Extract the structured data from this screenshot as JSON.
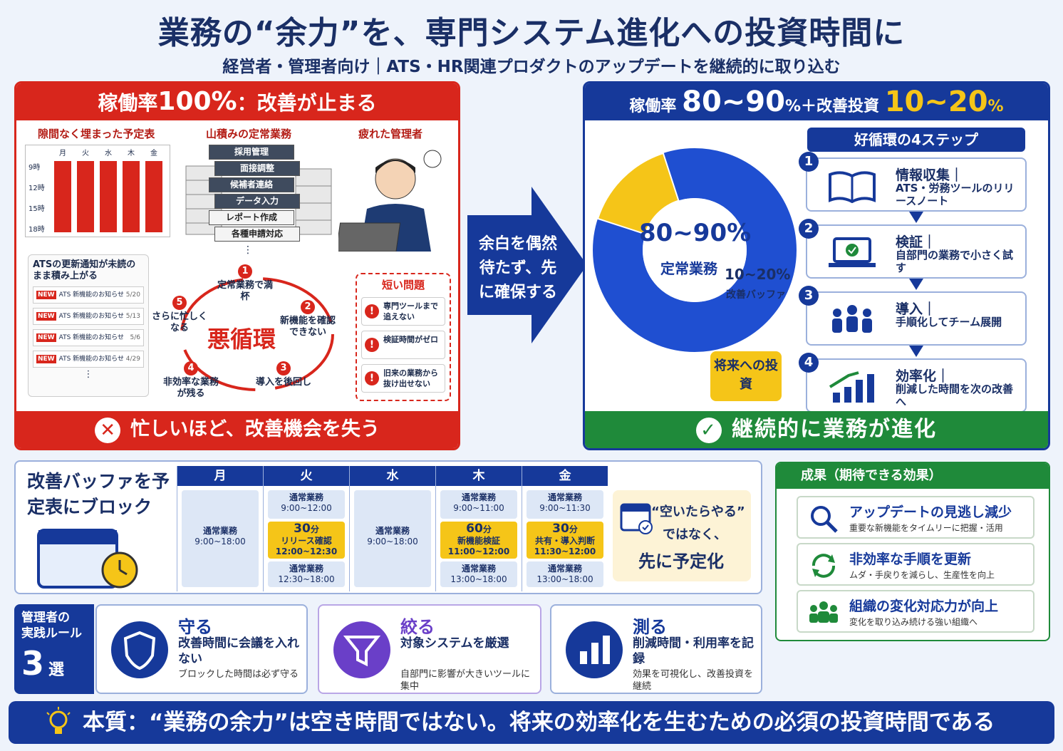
{
  "header": {
    "title": "業務の“余力”を、専門システム進化への投資時間に",
    "subtitle": "経営者・管理者向け｜ATS・HR関連プロダクトのアップデートを継続的に取り込む"
  },
  "left_panel": {
    "head_prefix": "稼働率",
    "head_big": "100%",
    "head_suffix": "：改善が止まる",
    "label_schedule": "隙間なく埋まった予定表",
    "label_tasks": "山積みの定常業務",
    "label_manager": "疲れた管理者",
    "days": [
      "月",
      "火",
      "水",
      "木",
      "金"
    ],
    "hours": [
      "9時",
      "12時",
      "15時",
      "18時"
    ],
    "task_stack": [
      "採用管理",
      "面接調整",
      "候補者連絡",
      "データ入力",
      "レポート作成",
      "各種申請対応"
    ],
    "ats_note": "ATSの更新通知が未読のまま積み上がる",
    "notices": [
      {
        "badge": "NEW",
        "text": "ATS 新機能のお知らせ",
        "date": "5/20"
      },
      {
        "badge": "NEW",
        "text": "ATS 新機能のお知らせ",
        "date": "5/13"
      },
      {
        "badge": "NEW",
        "text": "ATS 新機能のお知らせ",
        "date": "5/6"
      },
      {
        "badge": "NEW",
        "text": "ATS 新機能のお知らせ",
        "date": "4/29"
      }
    ],
    "cycle_center": "悪循環",
    "cycle": [
      {
        "num": "1",
        "text": "定常業務で満杯"
      },
      {
        "num": "2",
        "text": "新機能を確認できない"
      },
      {
        "num": "3",
        "text": "導入を後回し"
      },
      {
        "num": "4",
        "text": "非効率な業務が残る"
      },
      {
        "num": "5",
        "text": "さらに忙しくなる"
      }
    ],
    "problem_title": "短い問題",
    "problems": [
      "専門ツールまで追えない",
      "検証時間がゼロ",
      "旧来の業務から抜け出せない"
    ],
    "footer": "忙しいほど、改善機会を失う"
  },
  "arrow_text": "余白を偶然待たず、先に確保する",
  "right_panel": {
    "head_a": "稼働率",
    "head_a_big": "80~90",
    "head_pct": "%",
    "head_plus": "＋改善投資",
    "head_b_big": "10~20",
    "donut_main_pct": "80~90%",
    "donut_main_label": "定常業務",
    "donut_sub_pct": "10~20%",
    "donut_sub_label": "改善バッファ",
    "callout": "将来への投資",
    "steps_title": "好循環の4ステップ",
    "steps": [
      {
        "num": "1",
        "title": "情報収集｜",
        "desc": "ATS・労務ツールのリリースノート"
      },
      {
        "num": "2",
        "title": "検証｜",
        "desc": "自部門の業務で小さく試す"
      },
      {
        "num": "3",
        "title": "導入｜",
        "desc": "手順化してチーム展開"
      },
      {
        "num": "4",
        "title": "効率化｜",
        "desc": "削減した時間を次の改善へ"
      }
    ],
    "footer": "継続的に業務が進化"
  },
  "schedule": {
    "title": "改善バッファを予定表にブロック",
    "days": [
      {
        "day": "月",
        "slots": [
          {
            "label": "通常業務",
            "time": "9:00~18:00"
          }
        ]
      },
      {
        "day": "火",
        "slots": [
          {
            "label": "通常業務",
            "time": "9:00~12:00"
          },
          {
            "mins": "30",
            "unit": "分",
            "label": "リリース確認",
            "time": "12:00~12:30"
          },
          {
            "label": "通常業務",
            "time": "12:30~18:00"
          }
        ]
      },
      {
        "day": "水",
        "slots": [
          {
            "label": "通常業務",
            "time": "9:00~18:00"
          }
        ]
      },
      {
        "day": "木",
        "slots": [
          {
            "label": "通常業務",
            "time": "9:00~11:00"
          },
          {
            "mins": "60",
            "unit": "分",
            "label": "新機能検証",
            "time": "11:00~12:00"
          },
          {
            "label": "通常業務",
            "time": "13:00~18:00"
          }
        ]
      },
      {
        "day": "金",
        "slots": [
          {
            "label": "通常業務",
            "time": "9:00~11:30"
          },
          {
            "mins": "30",
            "unit": "分",
            "label": "共有・導入判断",
            "time": "11:30~12:00"
          },
          {
            "label": "通常業務",
            "time": "13:00~18:00"
          }
        ]
      }
    ],
    "note_line1": "“空いたらやる”",
    "note_line2": "ではなく、",
    "note_line3": "先に予定化"
  },
  "results": {
    "title": "成果（期待できる効果）",
    "items": [
      {
        "title": "アップデートの見逃し減少",
        "desc": "重要な新機能をタイムリーに把握・活用"
      },
      {
        "title": "非効率な手順を更新",
        "desc": "ムダ・手戻りを減らし、生産性を向上"
      },
      {
        "title": "組織の変化対応力が向上",
        "desc": "変化を取り込み続ける強い組織へ"
      }
    ]
  },
  "rules": {
    "tag_line1": "管理者の",
    "tag_line2": "実践ルール",
    "tag_num": "3",
    "tag_unit": "選",
    "items": [
      {
        "title": "守る",
        "sub": "改善時間に会議を入れない",
        "desc": "ブロックした時間は必ず守る"
      },
      {
        "title": "絞る",
        "sub": "対象システムを厳選",
        "desc": "自部門に影響が大きいツールに集中"
      },
      {
        "title": "測る",
        "sub": "削減時間・利用率を記録",
        "desc": "効果を可視化し、改善投資を継続"
      }
    ]
  },
  "bottom": "本質：“業務の余力”は空き時間ではない。将来の効率化を生むための必須の投資時間である",
  "colors": {
    "red": "#d8261c",
    "navy": "#16399a",
    "blue": "#1f4fd1",
    "yellow": "#f5c518",
    "green": "#1f8a3a"
  }
}
